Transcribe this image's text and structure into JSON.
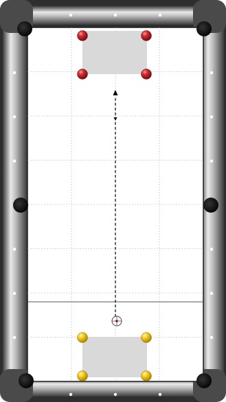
{
  "table": {
    "orientation": "portrait",
    "pockets": 6,
    "diamonds_per_long_rail": 7,
    "diamonds_per_short_rail": 3,
    "grid": {
      "columns": 4,
      "rows": 8
    },
    "colors": {
      "cloth": "#ffffff",
      "grid_line": "#c8c8c8",
      "rail_dark": "#3a3a3a",
      "rail_light": "#d8d8d8",
      "pocket": "#000000",
      "target_zone": "#d9d9d9",
      "red_ball": "#c01e24",
      "yellow_ball": "#f0c010",
      "aim_line": "#000000"
    }
  },
  "target_zone": {
    "label": ""
  },
  "red_balls": [
    {
      "name": "red-ball-top-left"
    },
    {
      "name": "red-ball-top-right"
    },
    {
      "name": "red-ball-bottom-left"
    },
    {
      "name": "red-ball-bottom-right"
    }
  ],
  "yellow_balls": [
    {
      "name": "yellow-ball-top-left"
    },
    {
      "name": "yellow-ball-top-right"
    },
    {
      "name": "yellow-ball-bottom-left"
    },
    {
      "name": "yellow-ball-bottom-right"
    }
  ],
  "cue_ball": {
    "icon": "crosshair-cue-ball-icon"
  },
  "aim_line": {
    "style": "dashed",
    "direction": "up"
  }
}
